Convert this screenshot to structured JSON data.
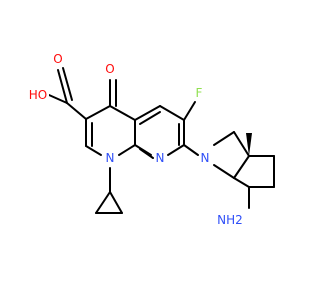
{
  "colors": {
    "bond": "#000000",
    "oxygen": "#ff0d0d",
    "nitrogen": "#3050f8",
    "fluorine": "#90e050",
    "background": "#ffffff"
  },
  "atoms": {
    "ho": {
      "text": "HO",
      "element": "oxygen"
    },
    "carbonyl_o_acid": {
      "text": "O",
      "element": "oxygen"
    },
    "ketone_o": {
      "text": "O",
      "element": "oxygen"
    },
    "fluorine": {
      "text": "F",
      "element": "fluorine"
    },
    "n1": {
      "text": "N",
      "element": "nitrogen"
    },
    "n8": {
      "text": "N",
      "element": "nitrogen"
    },
    "n_bicyclic": {
      "text": "N",
      "element": "nitrogen"
    },
    "nh2": {
      "text": "NH2",
      "element": "nitrogen"
    }
  }
}
